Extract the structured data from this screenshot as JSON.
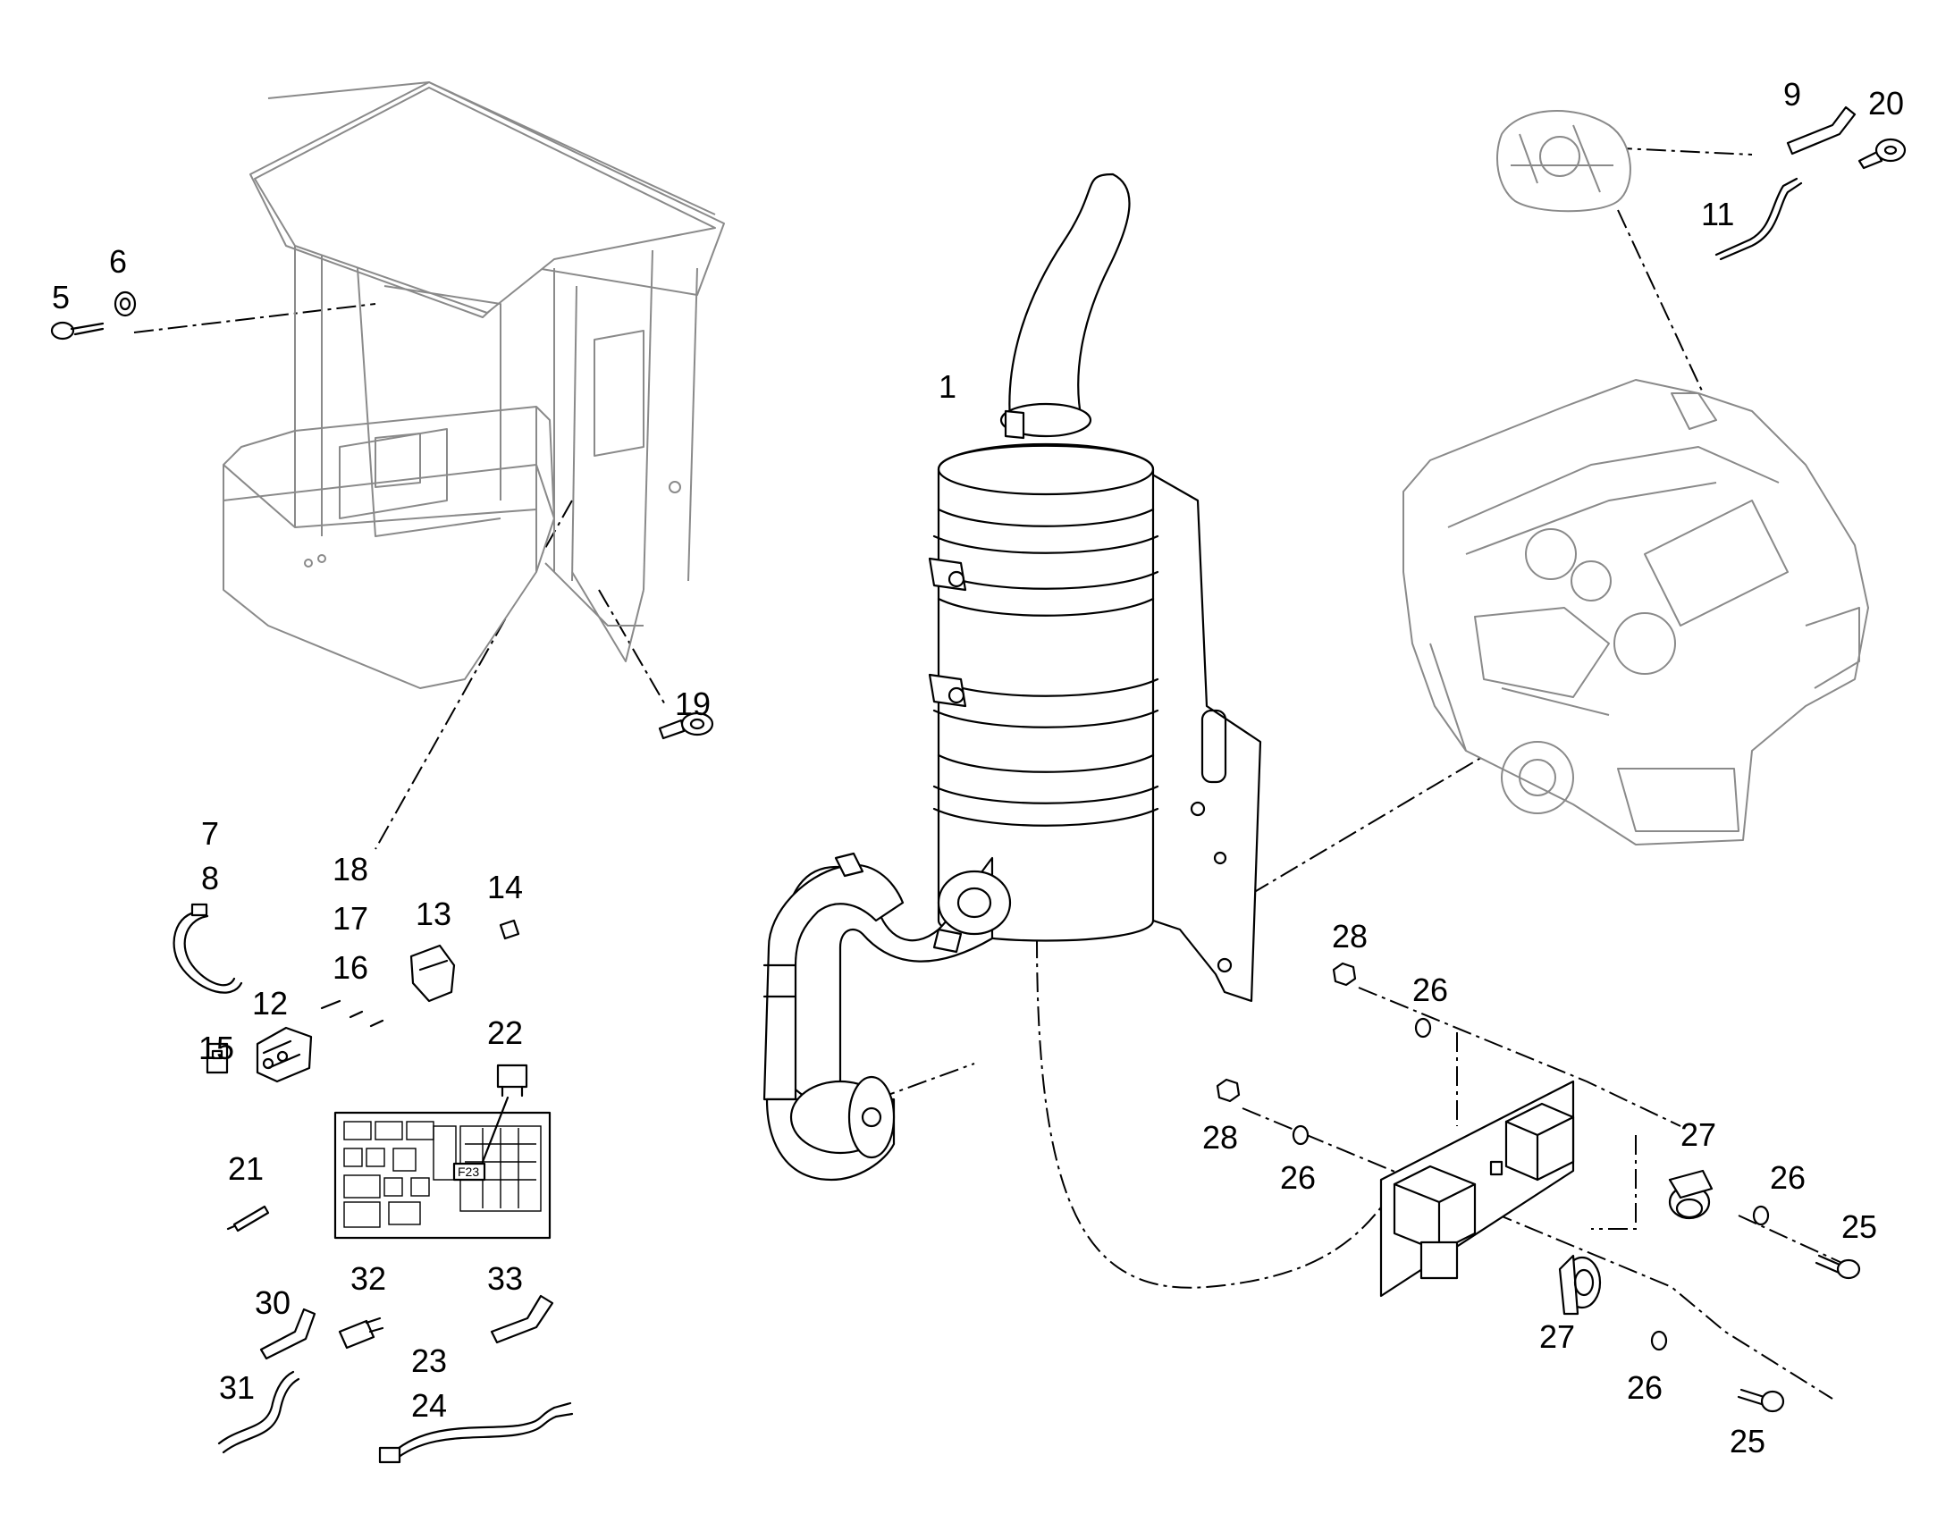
{
  "callouts": {
    "c1": "1",
    "c5": "5",
    "c6": "6",
    "c7": "7",
    "c8": "8",
    "c9": "9",
    "c11": "11",
    "c12": "12",
    "c13": "13",
    "c14": "14",
    "c15": "15",
    "c16": "16",
    "c17": "17",
    "c18": "18",
    "c19": "19",
    "c20": "20",
    "c21": "21",
    "c22": "22",
    "c23": "23",
    "c24": "24",
    "c25a": "25",
    "c25b": "25",
    "c26a": "26",
    "c26b": "26",
    "c26c": "26",
    "c26d": "26",
    "c27a": "27",
    "c27b": "27",
    "c28a": "28",
    "c28b": "28",
    "c30": "30",
    "c31": "31",
    "c32": "32",
    "c33": "33"
  },
  "fuse_label": "F23"
}
